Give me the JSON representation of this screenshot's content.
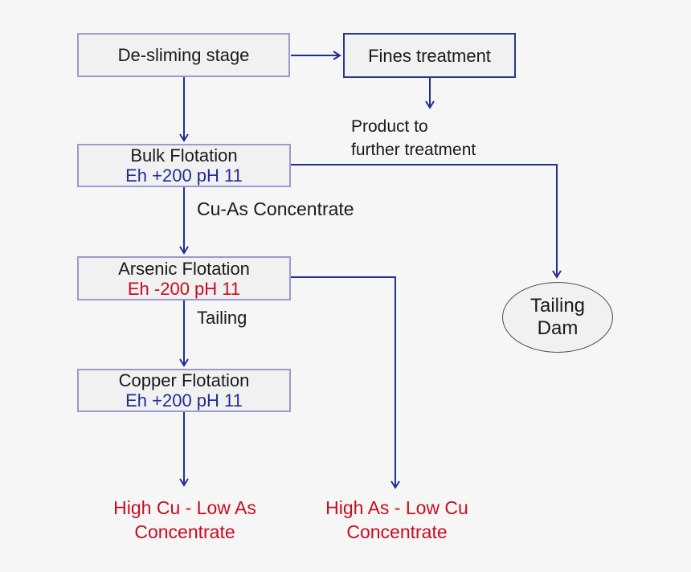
{
  "colors": {
    "background": "#f6f6f6",
    "navy": "#232d92",
    "red": "#c60d1e",
    "text": "#1a1a1a",
    "box_fill": "#f1f1f2",
    "box_border": "#989bce",
    "fines_border": "#2a3598",
    "ellipse_fill": "#f1f1f1",
    "ellipse_border": "#4d4d4d"
  },
  "nodes": {
    "desliming": {
      "label": "De-sliming stage"
    },
    "fines": {
      "label": "Fines treatment"
    },
    "bulk": {
      "title": "Bulk Flotation",
      "condition": "Eh +200 pH 11"
    },
    "arsenic": {
      "title": "Arsenic Flotation",
      "condition": "Eh -200 pH 11"
    },
    "copper": {
      "title": "Copper Flotation",
      "condition": "Eh +200 pH 11"
    },
    "tailing_dam": {
      "line1": "Tailing",
      "line2": "Dam"
    }
  },
  "labels": {
    "product_line1": "Product to",
    "product_line2": "further treatment",
    "cu_as_concentrate": "Cu-As Concentrate",
    "tailing": "Tailing",
    "high_cu_line1": "High Cu - Low As",
    "high_cu_line2": "Concentrate",
    "high_as_line1": "High As - Low Cu",
    "high_as_line2": "Concentrate"
  }
}
